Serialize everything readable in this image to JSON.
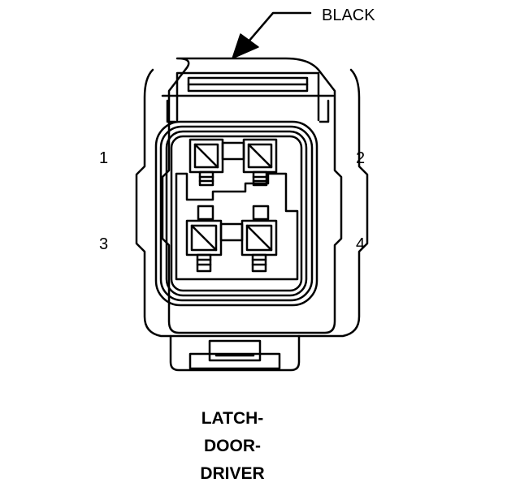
{
  "connector": {
    "color_label": "BLACK",
    "pins": [
      {
        "number": "1"
      },
      {
        "number": "2"
      },
      {
        "number": "3"
      },
      {
        "number": "4"
      }
    ],
    "title_lines": [
      "LATCH-",
      "DOOR-",
      "DRIVER"
    ]
  },
  "colors": {
    "line": "#000000",
    "background": "#ffffff"
  }
}
